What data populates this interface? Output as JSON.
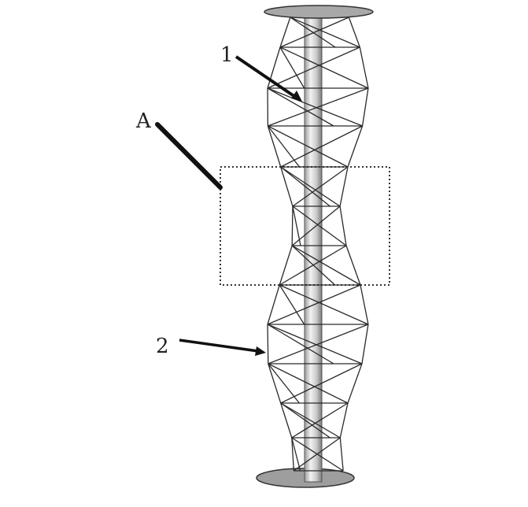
{
  "labels": {
    "part_1": "1",
    "detail_a": "A",
    "part_2": "2"
  },
  "colors": {
    "line": "#2a2a2a",
    "disk": "#a8a8a8",
    "pole_light": "#e6e6e6",
    "pole_dark": "#8c8c8c"
  }
}
